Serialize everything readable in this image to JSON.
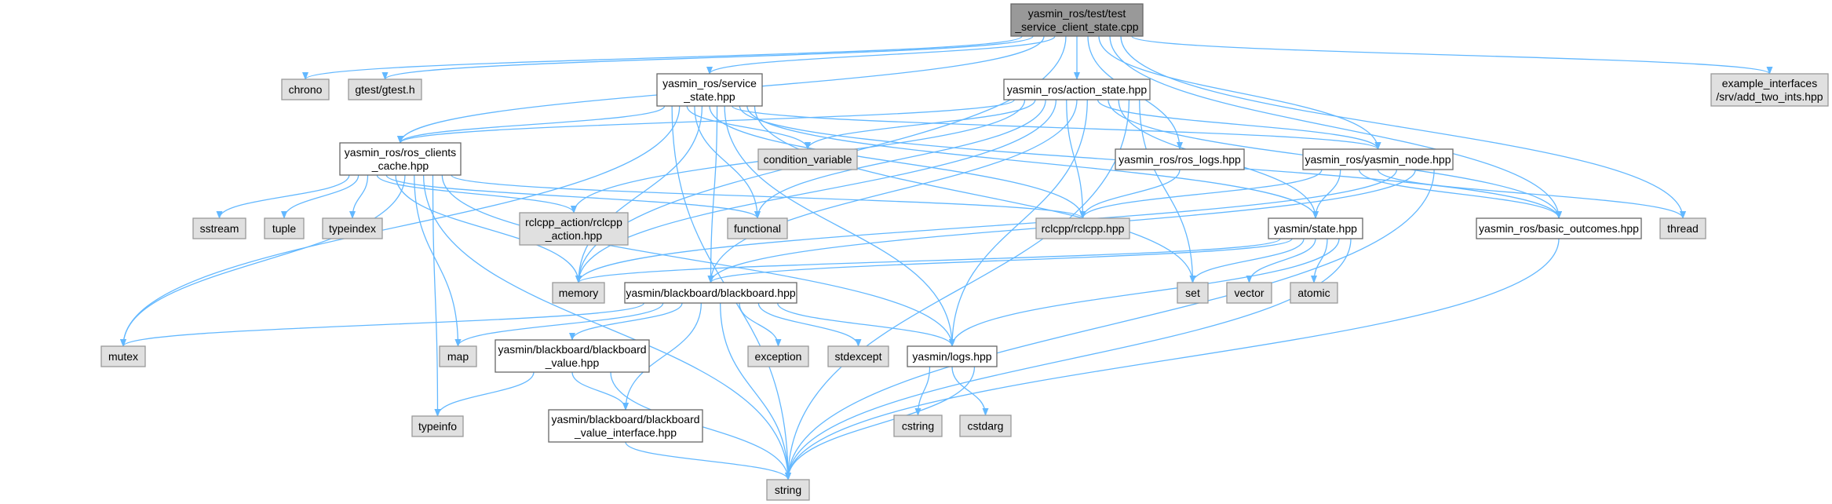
{
  "graph": {
    "title": "Include dependency graph",
    "nodes": [
      {
        "id": "main",
        "kind": "root",
        "lines": [
          "yasmin_ros/test/test",
          "_service_client_state.cpp"
        ]
      },
      {
        "id": "chrono",
        "kind": "external",
        "lines": [
          "chrono"
        ]
      },
      {
        "id": "gtest",
        "kind": "external",
        "lines": [
          "gtest/gtest.h"
        ]
      },
      {
        "id": "service_state",
        "kind": "internal",
        "lines": [
          "yasmin_ros/service",
          "_state.hpp"
        ]
      },
      {
        "id": "action_state",
        "kind": "internal",
        "lines": [
          "yasmin_ros/action_state.hpp"
        ]
      },
      {
        "id": "example_interfaces",
        "kind": "external",
        "lines": [
          "example_interfaces",
          "/srv/add_two_ints.hpp"
        ]
      },
      {
        "id": "ros_clients_cache",
        "kind": "internal",
        "lines": [
          "yasmin_ros/ros_clients",
          "_cache.hpp"
        ]
      },
      {
        "id": "condition_variable",
        "kind": "external",
        "lines": [
          "condition_variable"
        ]
      },
      {
        "id": "ros_logs",
        "kind": "internal",
        "lines": [
          "yasmin_ros/ros_logs.hpp"
        ]
      },
      {
        "id": "yasmin_node",
        "kind": "internal",
        "lines": [
          "yasmin_ros/yasmin_node.hpp"
        ]
      },
      {
        "id": "sstream",
        "kind": "external",
        "lines": [
          "sstream"
        ]
      },
      {
        "id": "tuple",
        "kind": "external",
        "lines": [
          "tuple"
        ]
      },
      {
        "id": "typeindex",
        "kind": "external",
        "lines": [
          "typeindex"
        ]
      },
      {
        "id": "rclcpp_action",
        "kind": "external",
        "lines": [
          "rclcpp_action/rclcpp",
          "_action.hpp"
        ]
      },
      {
        "id": "functional",
        "kind": "external",
        "lines": [
          "functional"
        ]
      },
      {
        "id": "rclcpp",
        "kind": "external",
        "lines": [
          "rclcpp/rclcpp.hpp"
        ]
      },
      {
        "id": "state",
        "kind": "internal",
        "lines": [
          "yasmin/state.hpp"
        ]
      },
      {
        "id": "basic_outcomes",
        "kind": "internal",
        "lines": [
          "yasmin_ros/basic_outcomes.hpp"
        ]
      },
      {
        "id": "thread",
        "kind": "external",
        "lines": [
          "thread"
        ]
      },
      {
        "id": "memory",
        "kind": "external",
        "lines": [
          "memory"
        ]
      },
      {
        "id": "blackboard",
        "kind": "internal",
        "lines": [
          "yasmin/blackboard/blackboard.hpp"
        ]
      },
      {
        "id": "set",
        "kind": "external",
        "lines": [
          "set"
        ]
      },
      {
        "id": "vector",
        "kind": "external",
        "lines": [
          "vector"
        ]
      },
      {
        "id": "atomic",
        "kind": "external",
        "lines": [
          "atomic"
        ]
      },
      {
        "id": "mutex",
        "kind": "external",
        "lines": [
          "mutex"
        ]
      },
      {
        "id": "map",
        "kind": "external",
        "lines": [
          "map"
        ]
      },
      {
        "id": "bb_value",
        "kind": "internal",
        "lines": [
          "yasmin/blackboard/blackboard",
          "_value.hpp"
        ]
      },
      {
        "id": "exception",
        "kind": "external",
        "lines": [
          "exception"
        ]
      },
      {
        "id": "stdexcept",
        "kind": "external",
        "lines": [
          "stdexcept"
        ]
      },
      {
        "id": "logs",
        "kind": "internal",
        "lines": [
          "yasmin/logs.hpp"
        ]
      },
      {
        "id": "typeinfo",
        "kind": "external",
        "lines": [
          "typeinfo"
        ]
      },
      {
        "id": "bb_value_interface",
        "kind": "internal",
        "lines": [
          "yasmin/blackboard/blackboard",
          "_value_interface.hpp"
        ]
      },
      {
        "id": "cstring",
        "kind": "external",
        "lines": [
          "cstring"
        ]
      },
      {
        "id": "cstdarg",
        "kind": "external",
        "lines": [
          "cstdarg"
        ]
      },
      {
        "id": "string",
        "kind": "external",
        "lines": [
          "string"
        ]
      }
    ],
    "edges": [
      [
        "main",
        "chrono"
      ],
      [
        "main",
        "gtest"
      ],
      [
        "main",
        "ros_clients_cache"
      ],
      [
        "main",
        "service_state"
      ],
      [
        "main",
        "memory"
      ],
      [
        "main",
        "action_state"
      ],
      [
        "main",
        "ros_logs"
      ],
      [
        "main",
        "yasmin_node"
      ],
      [
        "main",
        "basic_outcomes"
      ],
      [
        "main",
        "thread"
      ],
      [
        "main",
        "example_interfaces"
      ],
      [
        "service_state",
        "ros_clients_cache"
      ],
      [
        "service_state",
        "string"
      ],
      [
        "service_state",
        "mutex"
      ],
      [
        "service_state",
        "condition_variable"
      ],
      [
        "service_state",
        "functional"
      ],
      [
        "service_state",
        "memory"
      ],
      [
        "service_state",
        "rclcpp"
      ],
      [
        "service_state",
        "blackboard"
      ],
      [
        "service_state",
        "logs"
      ],
      [
        "service_state",
        "yasmin_node"
      ],
      [
        "service_state",
        "basic_outcomes"
      ],
      [
        "service_state",
        "state"
      ],
      [
        "service_state",
        "set"
      ],
      [
        "action_state",
        "ros_clients_cache"
      ],
      [
        "action_state",
        "rclcpp_action"
      ],
      [
        "action_state",
        "condition_variable"
      ],
      [
        "action_state",
        "functional"
      ],
      [
        "action_state",
        "memory"
      ],
      [
        "action_state",
        "rclcpp"
      ],
      [
        "action_state",
        "blackboard"
      ],
      [
        "action_state",
        "logs"
      ],
      [
        "action_state",
        "yasmin_node"
      ],
      [
        "action_state",
        "basic_outcomes"
      ],
      [
        "action_state",
        "state"
      ],
      [
        "action_state",
        "string"
      ],
      [
        "action_state",
        "set"
      ],
      [
        "ros_clients_cache",
        "sstream"
      ],
      [
        "ros_clients_cache",
        "tuple"
      ],
      [
        "ros_clients_cache",
        "typeindex"
      ],
      [
        "ros_clients_cache",
        "rclcpp_action"
      ],
      [
        "ros_clients_cache",
        "functional"
      ],
      [
        "ros_clients_cache",
        "memory"
      ],
      [
        "ros_clients_cache",
        "mutex"
      ],
      [
        "ros_clients_cache",
        "map"
      ],
      [
        "ros_clients_cache",
        "string"
      ],
      [
        "ros_clients_cache",
        "typeinfo"
      ],
      [
        "ros_clients_cache",
        "logs"
      ],
      [
        "ros_clients_cache",
        "rclcpp"
      ],
      [
        "ros_logs",
        "rclcpp"
      ],
      [
        "yasmin_node",
        "rclcpp"
      ],
      [
        "yasmin_node",
        "state"
      ],
      [
        "yasmin_node",
        "basic_outcomes"
      ],
      [
        "yasmin_node",
        "thread"
      ],
      [
        "yasmin_node",
        "memory"
      ],
      [
        "yasmin_node",
        "blackboard"
      ],
      [
        "yasmin_node",
        "string"
      ],
      [
        "state",
        "memory"
      ],
      [
        "state",
        "blackboard"
      ],
      [
        "state",
        "set"
      ],
      [
        "state",
        "vector"
      ],
      [
        "state",
        "atomic"
      ],
      [
        "state",
        "logs"
      ],
      [
        "state",
        "string"
      ],
      [
        "basic_outcomes",
        "string"
      ],
      [
        "blackboard",
        "mutex"
      ],
      [
        "blackboard",
        "map"
      ],
      [
        "blackboard",
        "bb_value"
      ],
      [
        "blackboard",
        "bb_value_interface"
      ],
      [
        "blackboard",
        "string"
      ],
      [
        "blackboard",
        "exception"
      ],
      [
        "blackboard",
        "stdexcept"
      ],
      [
        "blackboard",
        "logs"
      ],
      [
        "bb_value",
        "typeinfo"
      ],
      [
        "bb_value",
        "bb_value_interface"
      ],
      [
        "bb_value",
        "string"
      ],
      [
        "bb_value_interface",
        "string"
      ],
      [
        "logs",
        "cstring"
      ],
      [
        "logs",
        "cstdarg"
      ],
      [
        "logs",
        "string"
      ]
    ]
  },
  "colors": {
    "edge": "#63b8ff",
    "root_fill": "#999999",
    "internal_fill": "#ffffff",
    "external_fill": "#e0e0e0",
    "border_dark": "#666666",
    "border_light": "#999999"
  }
}
